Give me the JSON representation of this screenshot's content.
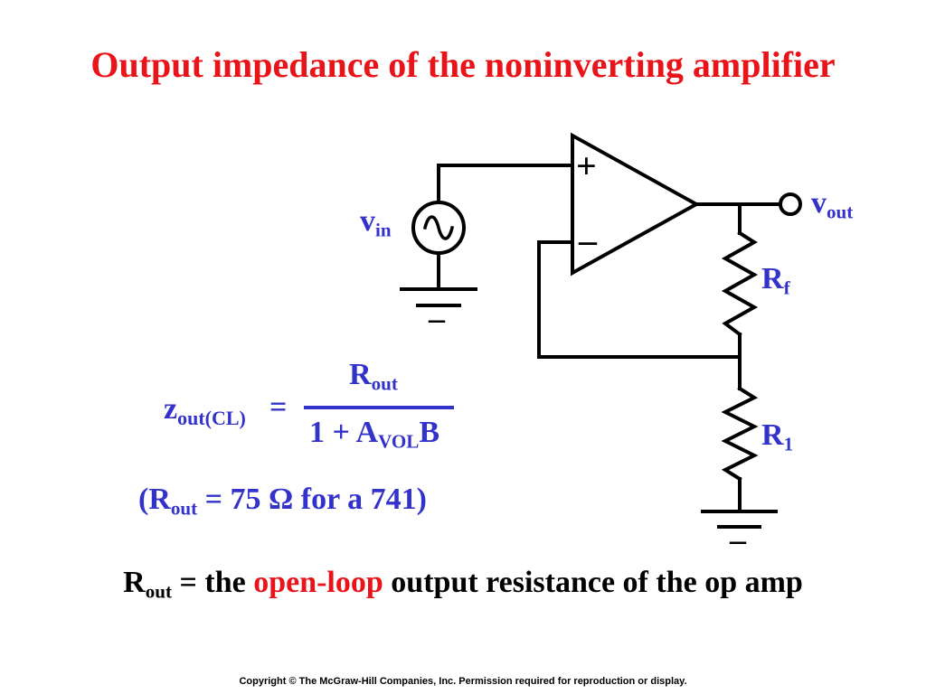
{
  "title": "Output impedance of the noninverting amplifier",
  "labels": {
    "vin_main": "v",
    "vin_sub": "in",
    "vout_main": "v",
    "vout_sub": "out",
    "rf_main": "R",
    "rf_sub": "f",
    "r1_main": "R",
    "r1_sub": "1",
    "plus_sign": "+",
    "minus_sign": "–",
    "ground_mark": "–"
  },
  "formula": {
    "lhs_main": "z",
    "lhs_sub": "out(CL)",
    "equals": "=",
    "numerator_main": "R",
    "numerator_sub": "out",
    "denominator_pre": "1 + A",
    "denominator_sub": "VOL",
    "denominator_post": "B",
    "note_pre": "(R",
    "note_sub": "out",
    "note_post": " = 75 Ω for a 741)"
  },
  "caption": {
    "main": "R",
    "sub": "out",
    "pre": " = the ",
    "highlight": "open-loop",
    "post": " output resistance of the op amp"
  },
  "copyright": "Copyright © The McGraw-Hill Companies, Inc. Permission required for reproduction or display.",
  "colors": {
    "title": "#e8141a",
    "label": "#3333cc",
    "wire": "#000000",
    "highlight": "#e8141a"
  }
}
